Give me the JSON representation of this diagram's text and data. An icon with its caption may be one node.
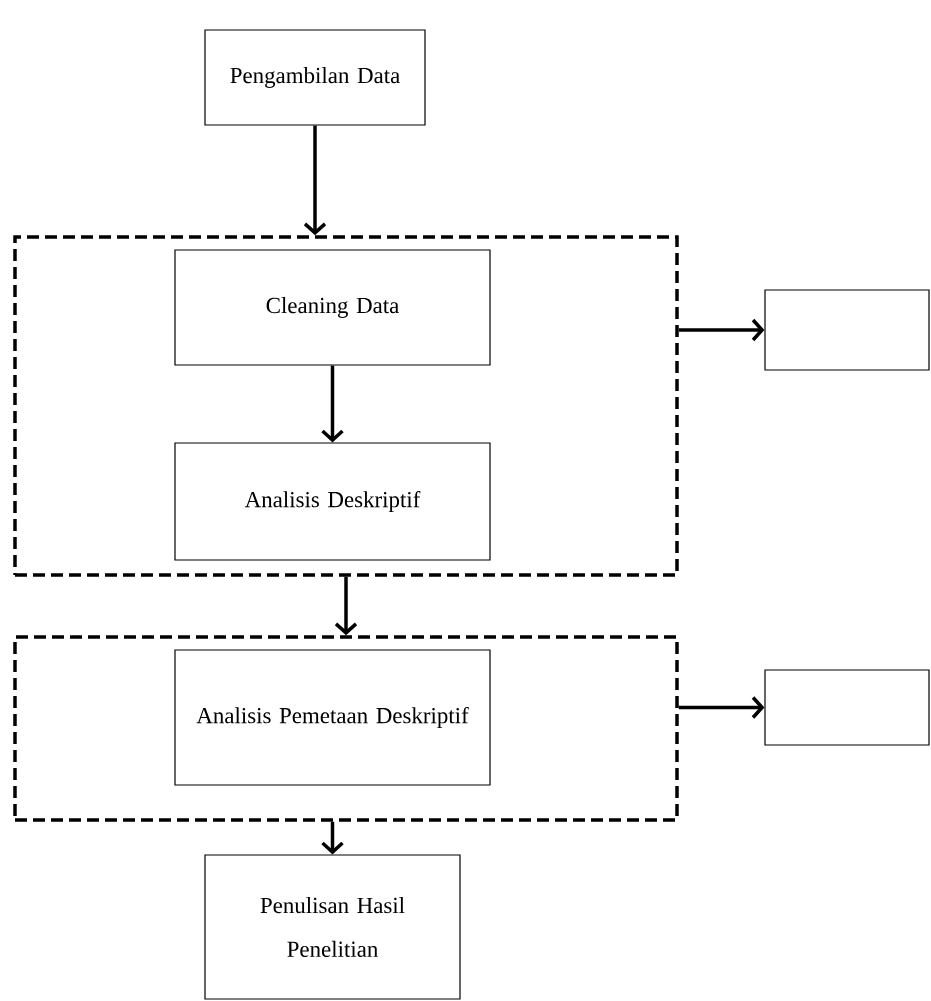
{
  "diagram": {
    "nodes": [
      {
        "text": [
          "Pengambilan Data"
        ]
      },
      {
        "text": [],
        "shape": "box"
      },
      {
        "text": [
          "Cleaning Data"
        ],
        "in": 1
      },
      {
        "text": [
          "Analisis Deskriptif"
        ],
        "in": 1
      },
      {
        "text": [],
        "shape": "box"
      },
      {
        "text": [],
        "shape": "box"
      },
      {
        "text": [
          "Analisis Pemetaan Deskriptif"
        ],
        "in": 5
      },
      {
        "text": [],
        "shape": "box"
      },
      {
        "text": [
          "Penulisan Hasil Penelitian"
        ]
      }
    ],
    "edges": [
      {
        "from": 0,
        "to": 1,
        "arrow": "to"
      },
      {
        "from": 2,
        "to": 3,
        "arrow": "to"
      },
      {
        "from": 1,
        "to": 4,
        "arrow": "to"
      },
      {
        "from": 1,
        "to": 5,
        "arrow": "to"
      },
      {
        "from": 5,
        "to": 7,
        "arrow": "to"
      },
      {
        "from": 5,
        "to": 8,
        "arrow": "to"
      }
    ]
  }
}
